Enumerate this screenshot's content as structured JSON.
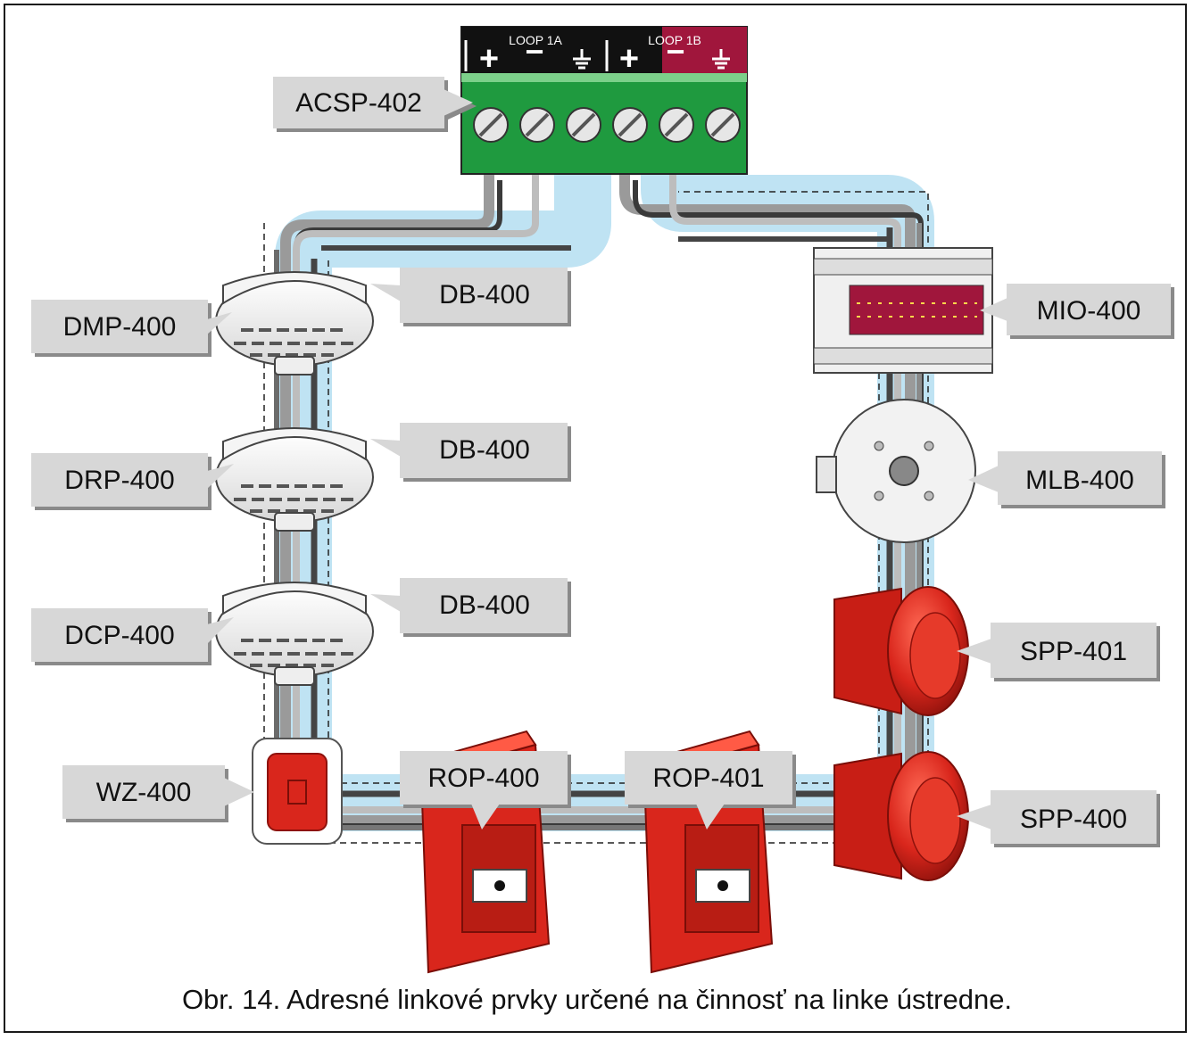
{
  "panel": {
    "name": "ACSP-402",
    "loop_a": "LOOP 1A",
    "loop_b": "LOOP 1B",
    "plus_sign": "+",
    "minus_sign": "−",
    "ground_icon": "ground-symbol-icon"
  },
  "left_chain": [
    {
      "device": "DMP-400",
      "base": "DB-400"
    },
    {
      "device": "DRP-400",
      "base": "DB-400"
    },
    {
      "device": "DCP-400",
      "base": "DB-400"
    }
  ],
  "bottom": {
    "wz": "WZ-400",
    "rop1": "ROP-400",
    "rop2": "ROP-401"
  },
  "right_chain": {
    "mio": "MIO-400",
    "mlb": "MLB-400",
    "spp1": "SPP-401",
    "spp2": "SPP-400"
  },
  "caption": "Obr. 14. Adresné linkové prvky určené na činnosť na linke ústredne.",
  "colors": {
    "terminal_green": "#1f9a3f",
    "terminal_header": "#111111",
    "terminal_header_b": "#a0163c",
    "label_gray": "#d7d7d7",
    "cable_blue": "#bfe3f3",
    "device_red": "#d9261c"
  }
}
